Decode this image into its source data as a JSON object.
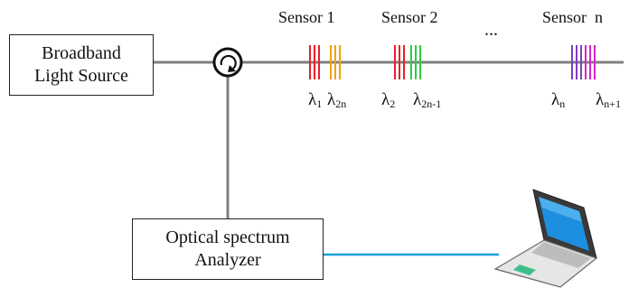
{
  "source": {
    "line1": "Broadband",
    "line2": "Light Source"
  },
  "analyzer": {
    "line1": "Optical spectrum",
    "line2": "Analyzer"
  },
  "sensors": [
    {
      "label": "Sensor 1",
      "colors": [
        "#e8202a",
        "#f0a400"
      ]
    },
    {
      "label": "Sensor 2",
      "colors": [
        "#e8202a",
        "#2ecc40"
      ]
    },
    {
      "label": "Sensor  n",
      "colors": [
        "#7b3fbf",
        "#d426c8"
      ]
    }
  ],
  "ellipsis": "...",
  "wavelengths": [
    {
      "symbol": "λ",
      "sub": "1"
    },
    {
      "symbol": "λ",
      "sub": "2n"
    },
    {
      "symbol": "λ",
      "sub": "2"
    },
    {
      "symbol": "λ",
      "sub": "2n-1"
    },
    {
      "symbol": "λ",
      "sub": "n"
    },
    {
      "symbol": "λ",
      "sub": "n+1"
    }
  ],
  "colors": {
    "fiber": "#7f7f7f",
    "cable": "#1aa0d8",
    "laptop_screen": "#1e8fe0"
  },
  "icons": [
    "circulator-icon",
    "laptop-icon"
  ]
}
